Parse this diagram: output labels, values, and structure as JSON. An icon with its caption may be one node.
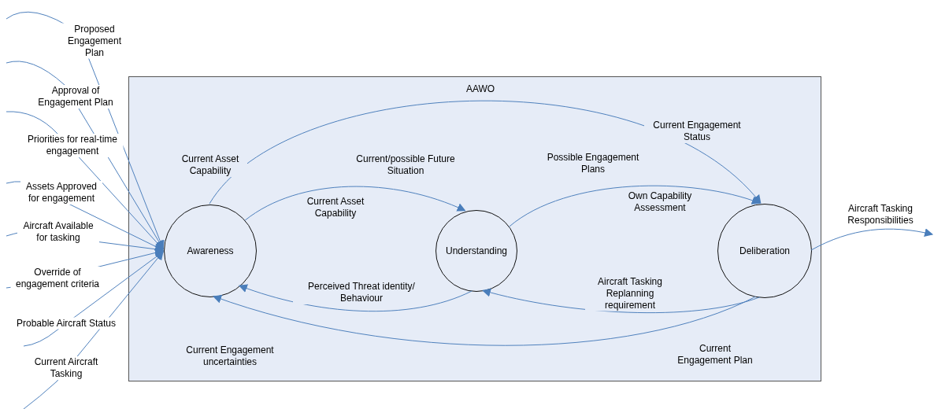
{
  "diagram": {
    "nodes": [
      {
        "text": [],
        "shape": "box"
      },
      {
        "text": [
          "Awareness"
        ],
        "in": 0
      },
      {
        "text": [
          "Understanding"
        ],
        "in": 0
      },
      {
        "text": [
          "Deliberation"
        ],
        "in": 0
      }
    ],
    "edges": [
      {
        "from": null,
        "to": 1,
        "arrow": "to",
        "label": "Proposed Engagement Plan"
      },
      {
        "from": null,
        "to": 1,
        "arrow": "to",
        "label": "Approval of Engagement Plan"
      },
      {
        "from": null,
        "to": 1,
        "arrow": "to",
        "label": "Priorities for real-time engagement"
      },
      {
        "from": null,
        "to": 1,
        "arrow": "to",
        "label": "Assets Approved for engagement"
      },
      {
        "from": null,
        "to": 1,
        "arrow": "to",
        "label": "Aircraft Available for tasking"
      },
      {
        "from": null,
        "to": 1,
        "arrow": "to",
        "label": "Override of engagement criteria"
      },
      {
        "from": null,
        "to": 1,
        "arrow": "to",
        "label": "Probable Aircraft Status"
      },
      {
        "from": null,
        "to": 1,
        "arrow": "to",
        "label": "Current Aircraft Tasking"
      },
      {
        "from": 1,
        "to": 3,
        "arrow": "to",
        "label": "AAWO"
      },
      {
        "from": 1,
        "to": 2,
        "arrow": "to",
        "label": "Current/possible Future Situation"
      },
      {
        "from": 2,
        "to": 3,
        "arrow": "to",
        "label": "Possible Engagement Plans"
      },
      {
        "from": 2,
        "to": 1,
        "arrow": "to",
        "label": "Perceived Threat identity/ Behaviour"
      },
      {
        "from": 3,
        "to": 2,
        "arrow": "to",
        "label": "Aircraft Tasking Replanning requirement"
      },
      {
        "from": 3,
        "to": 1,
        "arrow": "to",
        "label": "Current Engagement Plan"
      },
      {
        "from": 3,
        "to": null,
        "arrow": "to",
        "label": "Aircraft Tasking Responsibilities"
      }
    ],
    "labels": [
      "Current Engagement Status",
      "Current Asset Capability",
      "Current Asset Capability",
      "Own Capability Assessment",
      "Current Engagement uncertainties"
    ]
  }
}
